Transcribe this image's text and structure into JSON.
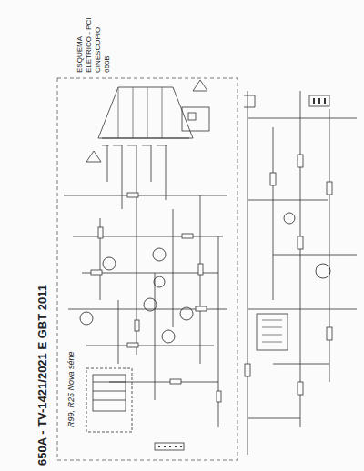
{
  "diagram": {
    "title": "650A - TV-1421/2021 E GBT 2011",
    "labels": [
      "ESQUEMA",
      "ELETRICO - PCI",
      "CINESCOPIO",
      "650B",
      "R99, R25 Nova série"
    ]
  }
}
